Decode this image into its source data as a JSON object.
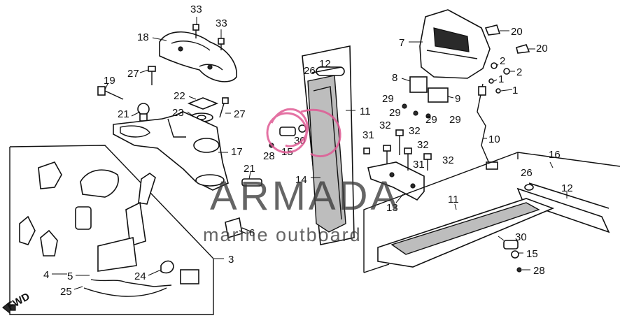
{
  "diagram": {
    "callouts": [
      {
        "id": "c33a",
        "text": "33"
      },
      {
        "id": "c33b",
        "text": "33"
      },
      {
        "id": "c18",
        "text": "18"
      },
      {
        "id": "c27a",
        "text": "27"
      },
      {
        "id": "c19",
        "text": "19"
      },
      {
        "id": "c22",
        "text": "22"
      },
      {
        "id": "c23",
        "text": "23"
      },
      {
        "id": "c27b",
        "text": "27"
      },
      {
        "id": "c21a",
        "text": "21"
      },
      {
        "id": "c17",
        "text": "17"
      },
      {
        "id": "c21b",
        "text": "21"
      },
      {
        "id": "c7",
        "text": "7"
      },
      {
        "id": "c20a",
        "text": "20"
      },
      {
        "id": "c20b",
        "text": "20"
      },
      {
        "id": "c8",
        "text": "8"
      },
      {
        "id": "c2a",
        "text": "2"
      },
      {
        "id": "c2b",
        "text": "2"
      },
      {
        "id": "c1a",
        "text": "1"
      },
      {
        "id": "c1b",
        "text": "1"
      },
      {
        "id": "c9",
        "text": "9"
      },
      {
        "id": "c29a",
        "text": "29"
      },
      {
        "id": "c29b",
        "text": "29"
      },
      {
        "id": "c29c",
        "text": "29"
      },
      {
        "id": "c29d",
        "text": "29"
      },
      {
        "id": "c10",
        "text": "10"
      },
      {
        "id": "c26a",
        "text": "26"
      },
      {
        "id": "c12a",
        "text": "12"
      },
      {
        "id": "c11a",
        "text": "11"
      },
      {
        "id": "c32a",
        "text": "32"
      },
      {
        "id": "c32b",
        "text": "32"
      },
      {
        "id": "c31a",
        "text": "31"
      },
      {
        "id": "c32c",
        "text": "32"
      },
      {
        "id": "c31b",
        "text": "31"
      },
      {
        "id": "c32d",
        "text": "32"
      },
      {
        "id": "c30a",
        "text": "30"
      },
      {
        "id": "c28a",
        "text": "28"
      },
      {
        "id": "c15a",
        "text": "15"
      },
      {
        "id": "c14",
        "text": "14"
      },
      {
        "id": "c13",
        "text": "13"
      },
      {
        "id": "c16",
        "text": "16"
      },
      {
        "id": "c26b",
        "text": "26"
      },
      {
        "id": "c12b",
        "text": "12"
      },
      {
        "id": "c11b",
        "text": "11"
      },
      {
        "id": "c30b",
        "text": "30"
      },
      {
        "id": "c15b",
        "text": "15"
      },
      {
        "id": "c28b",
        "text": "28"
      },
      {
        "id": "c6",
        "text": "6"
      },
      {
        "id": "c3",
        "text": "3"
      },
      {
        "id": "c4",
        "text": "4"
      },
      {
        "id": "c5",
        "text": "5"
      },
      {
        "id": "c24",
        "text": "24"
      },
      {
        "id": "c25",
        "text": "25"
      }
    ],
    "fwd_label": "FWD"
  },
  "watermark": {
    "brand": "ARMADA",
    "tagline": "marine outboard"
  },
  "colors": {
    "ink": "#111111",
    "watermark_gray": "#3a3a3a",
    "watermark_pink": "#e05a94"
  }
}
